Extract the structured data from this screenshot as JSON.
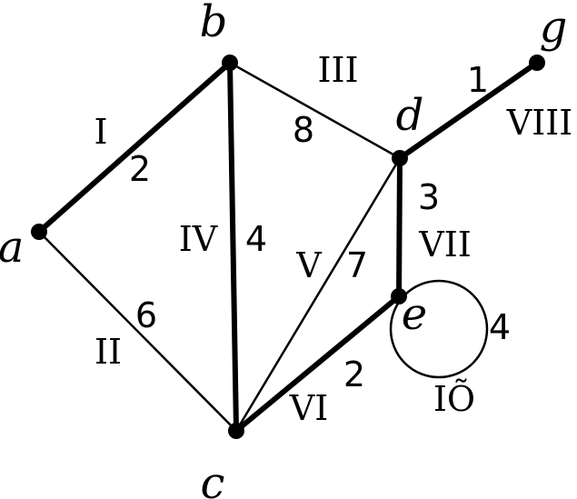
{
  "graph": {
    "vertices": [
      {
        "id": "a",
        "label": "a"
      },
      {
        "id": "b",
        "label": "b"
      },
      {
        "id": "c",
        "label": "c"
      },
      {
        "id": "d",
        "label": "d"
      },
      {
        "id": "e",
        "label": "e"
      },
      {
        "id": "g",
        "label": "g"
      }
    ],
    "edges": [
      {
        "id": "I",
        "label": "I",
        "from": "a",
        "to": "b",
        "weight": "2",
        "highlighted": true
      },
      {
        "id": "II",
        "label": "II",
        "from": "a",
        "to": "c",
        "weight": "6",
        "highlighted": false
      },
      {
        "id": "III",
        "label": "III",
        "from": "b",
        "to": "d",
        "weight": "8",
        "highlighted": false
      },
      {
        "id": "IV",
        "label": "IV",
        "from": "b",
        "to": "c",
        "weight": "4",
        "highlighted": true
      },
      {
        "id": "V",
        "label": "V",
        "from": "c",
        "to": "d",
        "weight": "7",
        "highlighted": false
      },
      {
        "id": "VI",
        "label": "VI",
        "from": "c",
        "to": "e",
        "weight": "2",
        "highlighted": true
      },
      {
        "id": "VII",
        "label": "VII",
        "from": "d",
        "to": "e",
        "weight": "3",
        "highlighted": true
      },
      {
        "id": "VIII",
        "label": "VIII",
        "from": "d",
        "to": "g",
        "weight": "1",
        "highlighted": true
      },
      {
        "id": "IX",
        "label": "IÕ",
        "from": "e",
        "to": "e",
        "weight": "4",
        "highlighted": false,
        "loop": true
      }
    ]
  }
}
